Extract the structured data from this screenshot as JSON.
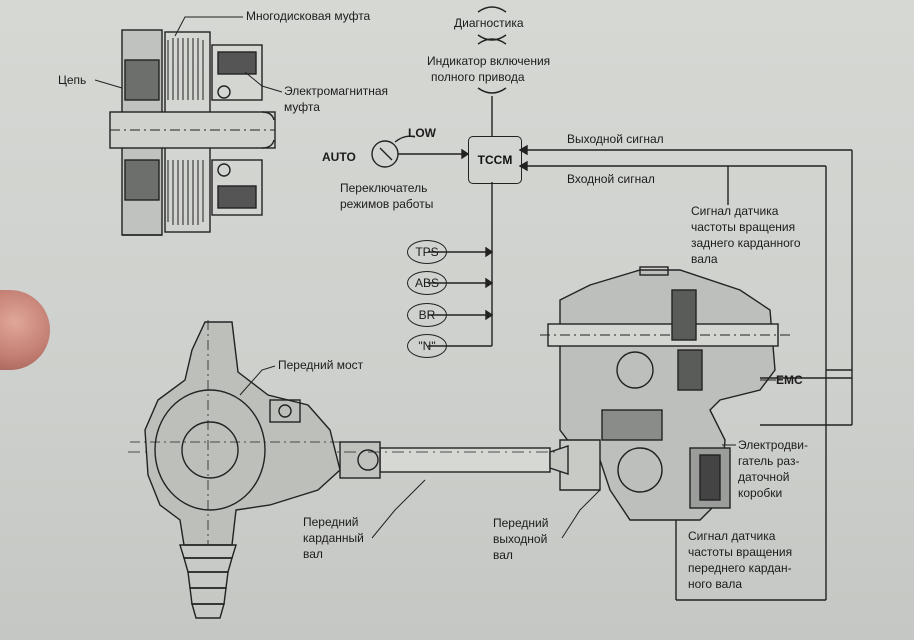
{
  "labels": {
    "multidisk_clutch": "Многодисковая муфта",
    "chain": "Цепь",
    "em_clutch_1": "Электромагнитная",
    "em_clutch_2": "муфта",
    "diagnostics": "Диагностика",
    "awd_indicator_1": "Индикатор включения",
    "awd_indicator_2": "полного привода",
    "auto": "AUTO",
    "low": "LOW",
    "tccm": "TCCM",
    "output_signal": "Выходной сигнал",
    "input_signal": "Входной сигнал",
    "mode_switch_1": "Переключатель",
    "mode_switch_2": "режимов работы",
    "rear_sensor_1": "Сигнал датчика",
    "rear_sensor_2": "частоты вращения",
    "rear_sensor_3": "заднего карданного",
    "rear_sensor_4": "вала",
    "front_axle": "Передний мост",
    "emc": "EMC",
    "motor_1": "Электродви-",
    "motor_2": "гатель раз-",
    "motor_3": "даточной",
    "motor_4": "коробки",
    "front_shaft_1": "Передний",
    "front_shaft_2": "карданный",
    "front_shaft_3": "вал",
    "front_output_1": "Передний",
    "front_output_2": "выходной",
    "front_output_3": "вал",
    "front_sensor_1": "Сигнал датчика",
    "front_sensor_2": "частоты вращения",
    "front_sensor_3": "переднего кардан-",
    "front_sensor_4": "ного вала"
  },
  "signals": [
    "TPS",
    "ABS",
    "BR",
    "\"N\""
  ],
  "colors": {
    "line": "#222222",
    "paper": "#d3d5d1"
  }
}
